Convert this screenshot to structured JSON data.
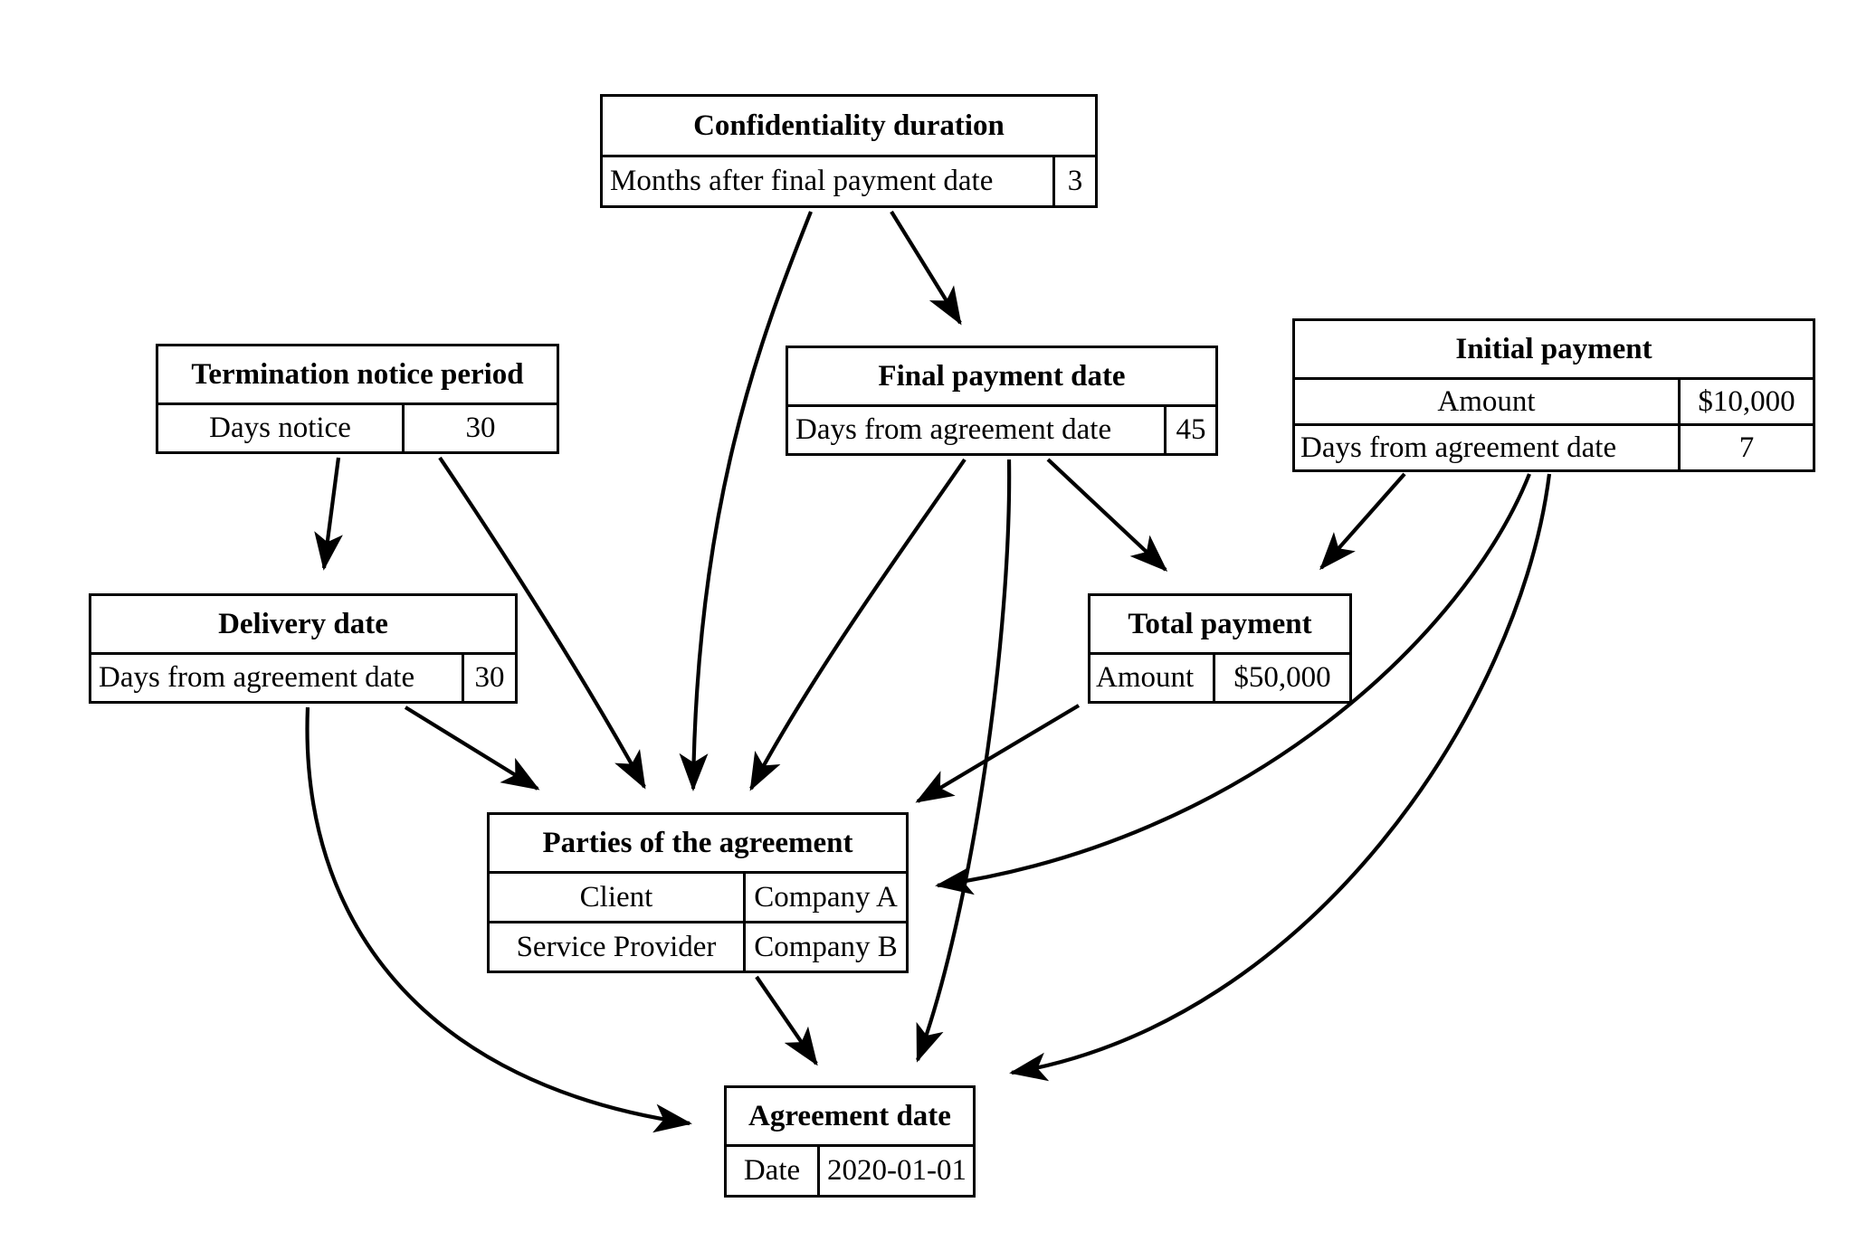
{
  "diagram": {
    "type": "entity-relationship-flow",
    "background": "#ffffff",
    "line_color": "#000000",
    "nodes": [
      {
        "id": "confidentiality",
        "title": "Confidentiality duration",
        "rows": [
          {
            "key": "Months after final payment date",
            "value": "3"
          }
        ]
      },
      {
        "id": "termination",
        "title": "Termination notice period",
        "rows": [
          {
            "key": "Days notice",
            "value": "30"
          }
        ]
      },
      {
        "id": "final_payment",
        "title": "Final payment date",
        "rows": [
          {
            "key": "Days from agreement date",
            "value": "45"
          }
        ]
      },
      {
        "id": "initial_payment",
        "title": "Initial payment",
        "rows": [
          {
            "key": "Amount",
            "value": "$10,000"
          },
          {
            "key": "Days from agreement date",
            "value": "7"
          }
        ]
      },
      {
        "id": "delivery",
        "title": "Delivery date",
        "rows": [
          {
            "key": "Days from agreement date",
            "value": "30"
          }
        ]
      },
      {
        "id": "total_payment",
        "title": "Total payment",
        "rows": [
          {
            "key": "Amount",
            "value": "$50,000"
          }
        ]
      },
      {
        "id": "parties",
        "title": "Parties of the agreement",
        "rows": [
          {
            "key": "Client",
            "value": "Company A"
          },
          {
            "key": "Service Provider",
            "value": "Company B"
          }
        ]
      },
      {
        "id": "agreement_date",
        "title": "Agreement date",
        "rows": [
          {
            "key": "Date",
            "value": "2020-01-01"
          }
        ]
      }
    ],
    "edges": [
      {
        "from": "confidentiality",
        "to": "final_payment"
      },
      {
        "from": "confidentiality",
        "to": "parties"
      },
      {
        "from": "termination",
        "to": "delivery"
      },
      {
        "from": "termination",
        "to": "parties"
      },
      {
        "from": "final_payment",
        "to": "parties"
      },
      {
        "from": "final_payment",
        "to": "total_payment"
      },
      {
        "from": "final_payment",
        "to": "agreement_date"
      },
      {
        "from": "initial_payment",
        "to": "total_payment"
      },
      {
        "from": "initial_payment",
        "to": "parties"
      },
      {
        "from": "initial_payment",
        "to": "agreement_date"
      },
      {
        "from": "delivery",
        "to": "parties"
      },
      {
        "from": "delivery",
        "to": "agreement_date"
      },
      {
        "from": "total_payment",
        "to": "parties"
      },
      {
        "from": "parties",
        "to": "agreement_date"
      }
    ]
  }
}
